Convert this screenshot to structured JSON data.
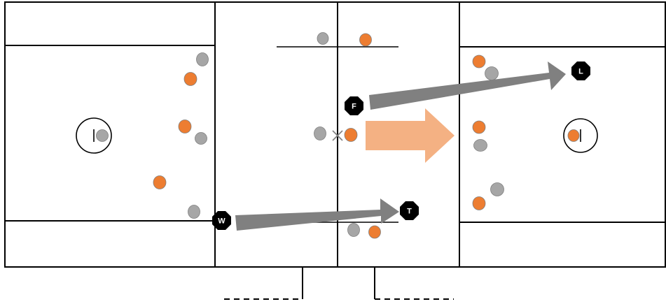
{
  "colors": {
    "team_a": "#ED7D31",
    "team_b": "#A6A6A6",
    "outline": "#7F7F7F",
    "arrow_main": "#F4B183",
    "arrow_pass": "#808080",
    "marker": "#000000"
  },
  "markers": {
    "f": "F",
    "w": "W",
    "t": "T",
    "l": "L"
  }
}
